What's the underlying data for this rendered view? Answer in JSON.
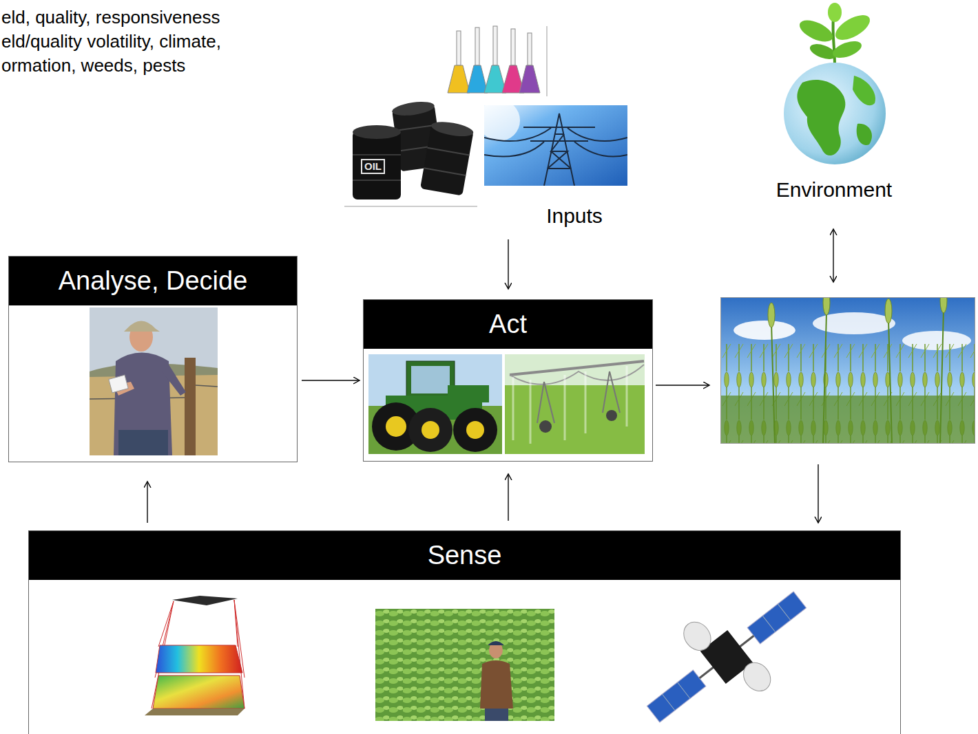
{
  "diagram": {
    "nodes": [
      {
        "text": [
          "Analyse, Decide"
        ]
      },
      {
        "text": [
          "Act"
        ]
      },
      {
        "text": [
          "Sense"
        ]
      }
    ],
    "edges": [
      {
        "from": 0,
        "to": 1,
        "arrow": "to"
      },
      {
        "from": 2,
        "to": 0,
        "arrow": "to"
      },
      {
        "from": 2,
        "to": 1,
        "arrow": "to"
      }
    ],
    "labels": [
      "eld, quality, responsiveness",
      "eld/quality volatility, climate,",
      "ormation, weeds, pests",
      "Inputs",
      "Environment",
      "OIL"
    ]
  }
}
